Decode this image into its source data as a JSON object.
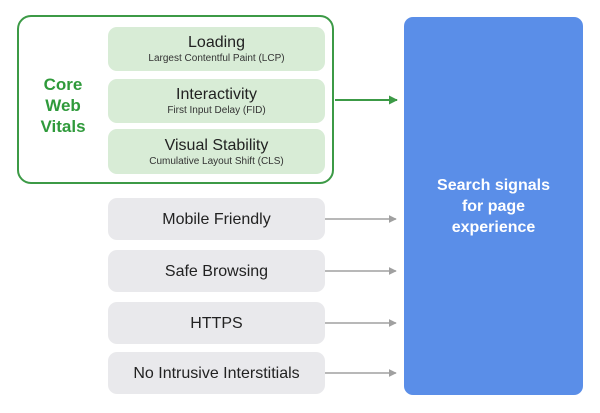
{
  "core_web_vitals": {
    "title_lines": [
      "Core",
      "Web",
      "Vitals"
    ],
    "metrics": [
      {
        "name": "Loading",
        "detail": "Largest Contentful Paint (LCP)"
      },
      {
        "name": "Interactivity",
        "detail": "First Input Delay (FID)"
      },
      {
        "name": "Visual Stability",
        "detail": "Cumulative Layout Shift (CLS)"
      }
    ]
  },
  "other_signals": [
    {
      "name": "Mobile Friendly"
    },
    {
      "name": "Safe Browsing"
    },
    {
      "name": "HTTPS"
    },
    {
      "name": "No Intrusive Interstitials"
    }
  ],
  "target": {
    "text": "Search signals for page experience"
  },
  "colors": {
    "frame_green": "#3c9a46",
    "title_green": "#2f9a3b",
    "metric_fill": "#d8ecd6",
    "signal_fill": "#e9e9ec",
    "target_blue": "#5a8ee8",
    "cwv_arrow": "#3c9a46",
    "signal_arrow": "#a0a0a0"
  }
}
